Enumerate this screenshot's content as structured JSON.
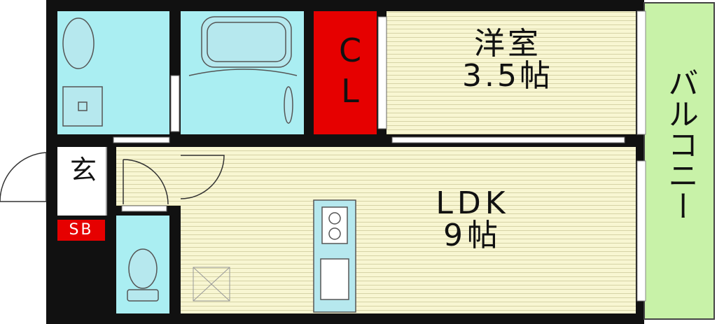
{
  "rooms": {
    "western": {
      "name": "洋室",
      "size": "3.5帖"
    },
    "ldk": {
      "name": "LDK",
      "size": "9帖"
    },
    "closet": {
      "top": "C",
      "bottom": "L"
    },
    "entrance": {
      "name": "玄"
    },
    "shoe_box": {
      "name": "SB"
    },
    "balcony": {
      "name": "バルコニー"
    }
  },
  "colors": {
    "wall": "#111111",
    "wet_area": "#aaeef2",
    "room_floor": "#f8f6d2",
    "closet": "#e60000",
    "balcony": "#c8f2a8",
    "fixture": "#b6e8ee"
  }
}
